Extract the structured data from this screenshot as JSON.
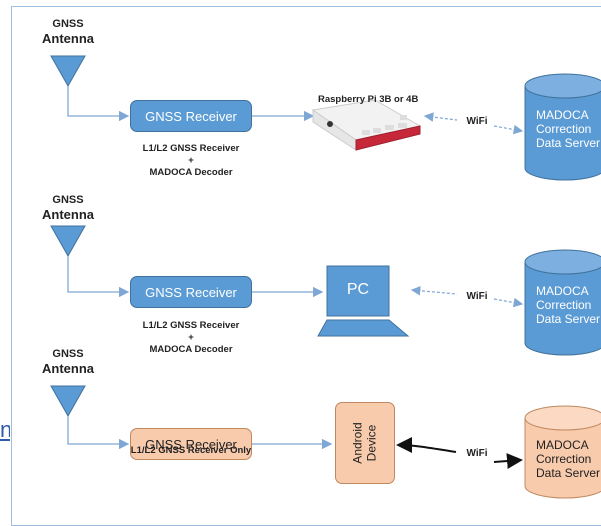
{
  "antenna_label_top": "GNSS",
  "antenna_label_bottom": "Antenna",
  "receiver_label": "GNSS Receiver",
  "row1": {
    "sub_line1": "L1/L2 GNSS Receiver",
    "sub_plus": "+",
    "sub_line2": "MADOCA Decoder",
    "device_label": "Raspberry Pi 3B or 4B",
    "wifi": "WiFi",
    "server_lines": [
      "MADOCA",
      "Correction",
      "Data Server"
    ]
  },
  "row2": {
    "sub_line1": "L1/L2 GNSS Receiver",
    "sub_plus": "+",
    "sub_line2": "MADOCA Decoder",
    "device_label": "PC",
    "wifi": "WiFi",
    "server_lines": [
      "MADOCA",
      "Correction",
      "Data Server"
    ]
  },
  "row3": {
    "sub_line1": "L1/L2 GNSS Receiver Only",
    "device_label_line1": "Android",
    "device_label_line2": "Device",
    "wifi": "WiFi",
    "server_lines": [
      "MADOCA",
      "Correction",
      "Data Server"
    ]
  },
  "corner_text": "n",
  "colors": {
    "blue_fill": "#5b9bd5",
    "blue_stroke": "#41719c",
    "peach_fill": "#f8cbad",
    "peach_stroke": "#c08860",
    "line_blue": "#7fa7d4"
  }
}
